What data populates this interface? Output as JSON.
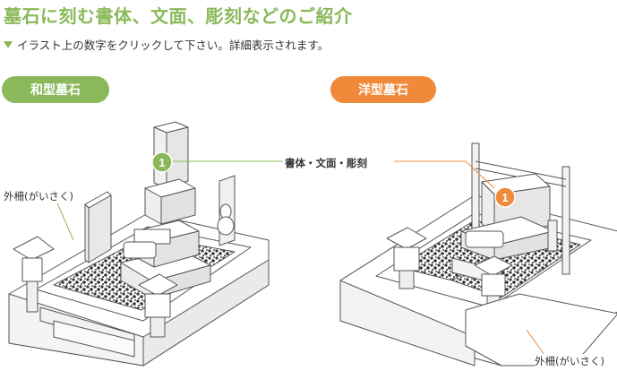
{
  "page": {
    "title": "墓石に刻む書体、文面、彫刻などのご紹介",
    "instruction": "イラスト上の数字をクリックして下さい。詳細表示されます。"
  },
  "tabs": {
    "wa": "和型墓石",
    "yo": "洋型墓石"
  },
  "labels": {
    "fence_left": "外柵(がいさく)",
    "center": "書体・文面・彫刻",
    "fence_right": "外柵(がいさく)"
  },
  "hotspots": {
    "wa": "1",
    "yo": "1"
  },
  "colors": {
    "green": "#8ab85a",
    "orange": "#f08a3a",
    "line": "#555555",
    "gravel": "#333333"
  }
}
